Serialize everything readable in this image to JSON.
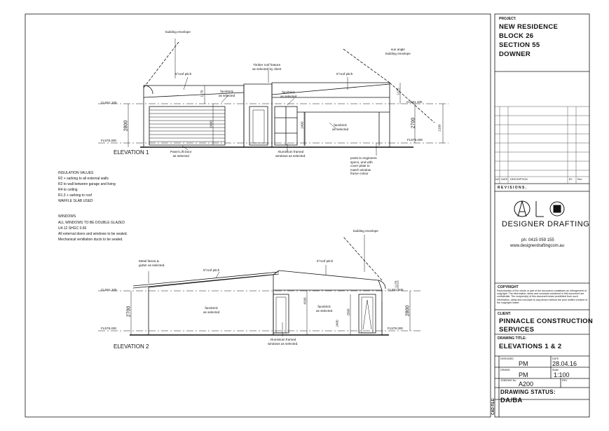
{
  "project": {
    "label": "PROJECT:",
    "lines": [
      "NEW RESIDENCE",
      "BLOCK 26",
      "SECTION 55",
      "DOWNER"
    ]
  },
  "revisions": {
    "cols": [
      "NO.",
      "DATE",
      "DESCRIPTION",
      "BY",
      "Rev"
    ],
    "title": "R E V I S I O N S ."
  },
  "company": {
    "name": "DESIGNER DRAFTING",
    "phone": "ph: 0415 059 155",
    "web": "www.designerdraftingcom.au"
  },
  "copyright": {
    "title": "COPYRIGHT",
    "text": "Reproduction of the whole or part of the document constitutes an infringement of copyright. The information, ideas and concepts contained in this document are confidential. The recipient(s) of this document is/are prohibited from such information, ideas and concepts to any person without the prior written consent of the copyright holder."
  },
  "client": {
    "label": "CLIENT:",
    "lines": [
      "PINNACLE CONSTRUCTION",
      "SERVICES"
    ]
  },
  "drawing_title": {
    "label": "DRAWING TITLE:",
    "value": "ELEVATIONS 1 & 2"
  },
  "meta": {
    "designed_label": "DESIGNED",
    "designed": "PM",
    "date_label": "DATE",
    "date": "28.04.16",
    "drawn_label": "DRAWN",
    "drawn": "PM",
    "scale_label": "Scale",
    "scale": "1:100",
    "job_label": "JOB/DWG No",
    "job": "A200",
    "rev_label": "REV"
  },
  "status": {
    "label": "DRAWING STATUS:",
    "value": "DA/BA"
  },
  "cad_file": "CAD FILE:",
  "insulation": {
    "title": "INSULATION VALUES",
    "lines": [
      "R2 + sarking to all external walls",
      "R2 to wall between garage and living",
      "R4 to ceiling",
      "R1.3 + sarking to roof",
      "WAFFLE SLAB USED"
    ]
  },
  "windows": {
    "title": "WINDOWS",
    "lines": [
      "ALL WINDOWS TO BE DOUBLE GLAZED",
      "U4.12 SHGC 0.66",
      "All external doors and windows to be sealed.",
      "Mechanical ventilation ducts to be sealed."
    ]
  },
  "elev1": {
    "title": "ELEVATION 1",
    "building_envelope": "building envelope",
    "sun_angle": "sun angle\nbuilding envelope",
    "timber_roof": "Timber roof feature\nas selected by client",
    "roof_pitch_l": "5°roof pitch",
    "roof_pitch_r": "5°roof pitch",
    "facebrick_1": "facebrick\nas selected",
    "facebrick_2": "facebrick\nas selected",
    "facebrick_3": "facebrick\nas selected",
    "panel_lift": "Panel Lift Door\nas selected",
    "aluminium": "Aluminium framed\nwindows as selected.",
    "posts": "posts to engineers\nspecs, and with\ncover plate to\nmatch window\nframe colour",
    "cl_left": "CL581.100",
    "fl_left": "FL578.300",
    "cl_right": "CL581.100",
    "fl_right": "FL578.400",
    "dim_2800": "2800",
    "dim_1170": "1170",
    "dim_2400a": "2400",
    "dim_2400b": "2400",
    "dim_1225": "1225",
    "dim_2700": "2700",
    "dim_2100": "2100"
  },
  "elev2": {
    "title": "ELEVATION 2",
    "building_envelope": "building envelope",
    "metal_fascia": "Metal fascia &\ngutter as selected.",
    "roof_pitch_l": "5°roof pitch",
    "roof_pitch_r": "5°roof pitch",
    "facebrick_1": "facebrick\nas selected",
    "facebrick_2": "facebrick\nas selected",
    "aluminium": "Aluminium framed\nwindows as selected.",
    "cl_left": "CL581.100",
    "fl_left": "FL578.400",
    "cl_right": "CL581.100",
    "fl_right": "FL578.300",
    "dim_2700": "2700",
    "dim_4200": "4200",
    "dim_2400": "2400",
    "dim_2500": "2500",
    "dim_1170": "1170",
    "dim_2800": "2800"
  }
}
